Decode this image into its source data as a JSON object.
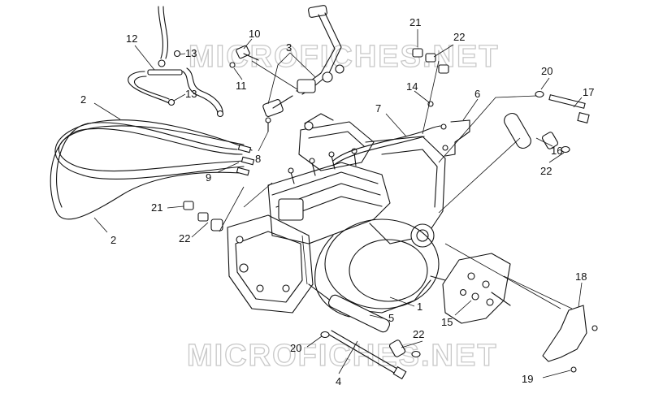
{
  "watermark": {
    "top": "MICROFICHES.NET",
    "bottom": "MICROFICHES.NET"
  },
  "callouts": [
    {
      "id": "c1",
      "text": "1"
    },
    {
      "id": "c2a",
      "text": "2"
    },
    {
      "id": "c2b",
      "text": "2"
    },
    {
      "id": "c3",
      "text": "3"
    },
    {
      "id": "c4",
      "text": "4"
    },
    {
      "id": "c5",
      "text": "5"
    },
    {
      "id": "c6",
      "text": "6"
    },
    {
      "id": "c7",
      "text": "7"
    },
    {
      "id": "c8",
      "text": "8"
    },
    {
      "id": "c9",
      "text": "9"
    },
    {
      "id": "c10",
      "text": "10"
    },
    {
      "id": "c11",
      "text": "11"
    },
    {
      "id": "c12",
      "text": "12"
    },
    {
      "id": "c13a",
      "text": "13"
    },
    {
      "id": "c13b",
      "text": "13"
    },
    {
      "id": "c14",
      "text": "14"
    },
    {
      "id": "c15",
      "text": "15"
    },
    {
      "id": "c16",
      "text": "16"
    },
    {
      "id": "c17",
      "text": "17"
    },
    {
      "id": "c18",
      "text": "18"
    },
    {
      "id": "c19",
      "text": "19"
    },
    {
      "id": "c20a",
      "text": "20"
    },
    {
      "id": "c20b",
      "text": "20"
    },
    {
      "id": "c21a",
      "text": "21"
    },
    {
      "id": "c21b",
      "text": "21"
    },
    {
      "id": "c22a",
      "text": "22"
    },
    {
      "id": "c22b",
      "text": "22"
    },
    {
      "id": "c22c",
      "text": "22"
    },
    {
      "id": "c22d",
      "text": "22"
    }
  ]
}
